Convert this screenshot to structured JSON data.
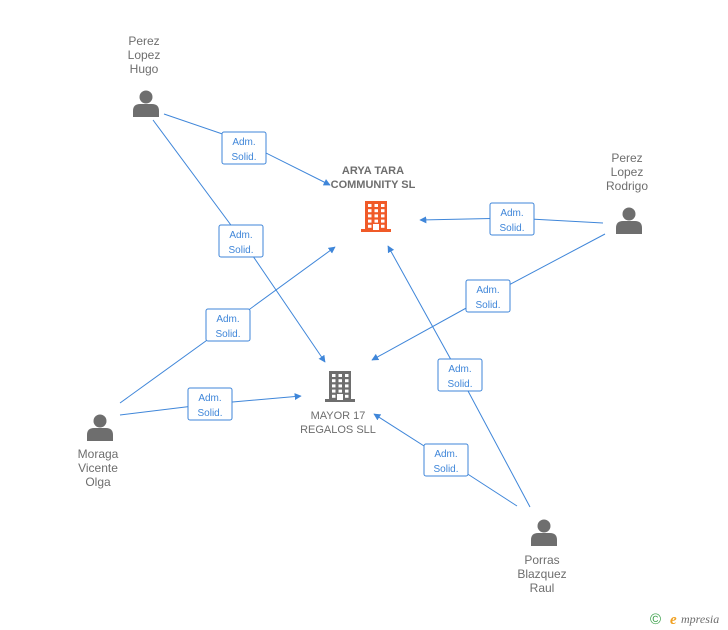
{
  "companies": [
    {
      "id": "arya",
      "lines": [
        "ARYA TARA",
        "COMMUNITY SL"
      ],
      "color": "#f05a28",
      "main": true
    },
    {
      "id": "mayor",
      "lines": [
        "MAYOR 17",
        "REGALOS SLL"
      ],
      "color": "#6e6e6e",
      "main": false
    }
  ],
  "persons": [
    {
      "id": "hugo",
      "lines": [
        "Perez",
        "Lopez",
        "Hugo"
      ]
    },
    {
      "id": "rodrigo",
      "lines": [
        "Perez",
        "Lopez",
        "Rodrigo"
      ]
    },
    {
      "id": "olga",
      "lines": [
        "Moraga",
        "Vicente",
        "Olga"
      ]
    },
    {
      "id": "raul",
      "lines": [
        "Porras",
        "Blazquez",
        "Raul"
      ]
    }
  ],
  "relations": [
    {
      "from": "hugo",
      "to": "arya",
      "label": [
        "Adm.",
        "Solid."
      ]
    },
    {
      "from": "hugo",
      "to": "mayor",
      "label": [
        "Adm.",
        "Solid."
      ]
    },
    {
      "from": "rodrigo",
      "to": "arya",
      "label": [
        "Adm.",
        "Solid."
      ]
    },
    {
      "from": "rodrigo",
      "to": "mayor",
      "label": [
        "Adm.",
        "Solid."
      ]
    },
    {
      "from": "olga",
      "to": "arya",
      "label": [
        "Adm.",
        "Solid."
      ]
    },
    {
      "from": "olga",
      "to": "mayor",
      "label": [
        "Adm.",
        "Solid."
      ]
    },
    {
      "from": "raul",
      "to": "arya",
      "label": [
        "Adm.",
        "Solid."
      ]
    },
    {
      "from": "raul",
      "to": "mayor",
      "label": [
        "Adm.",
        "Solid."
      ]
    }
  ],
  "brand": {
    "copyright": "©",
    "initial": "e",
    "name": "mpresia"
  },
  "colors": {
    "edge": "#3f86d9",
    "person": "#6e6e6e"
  }
}
